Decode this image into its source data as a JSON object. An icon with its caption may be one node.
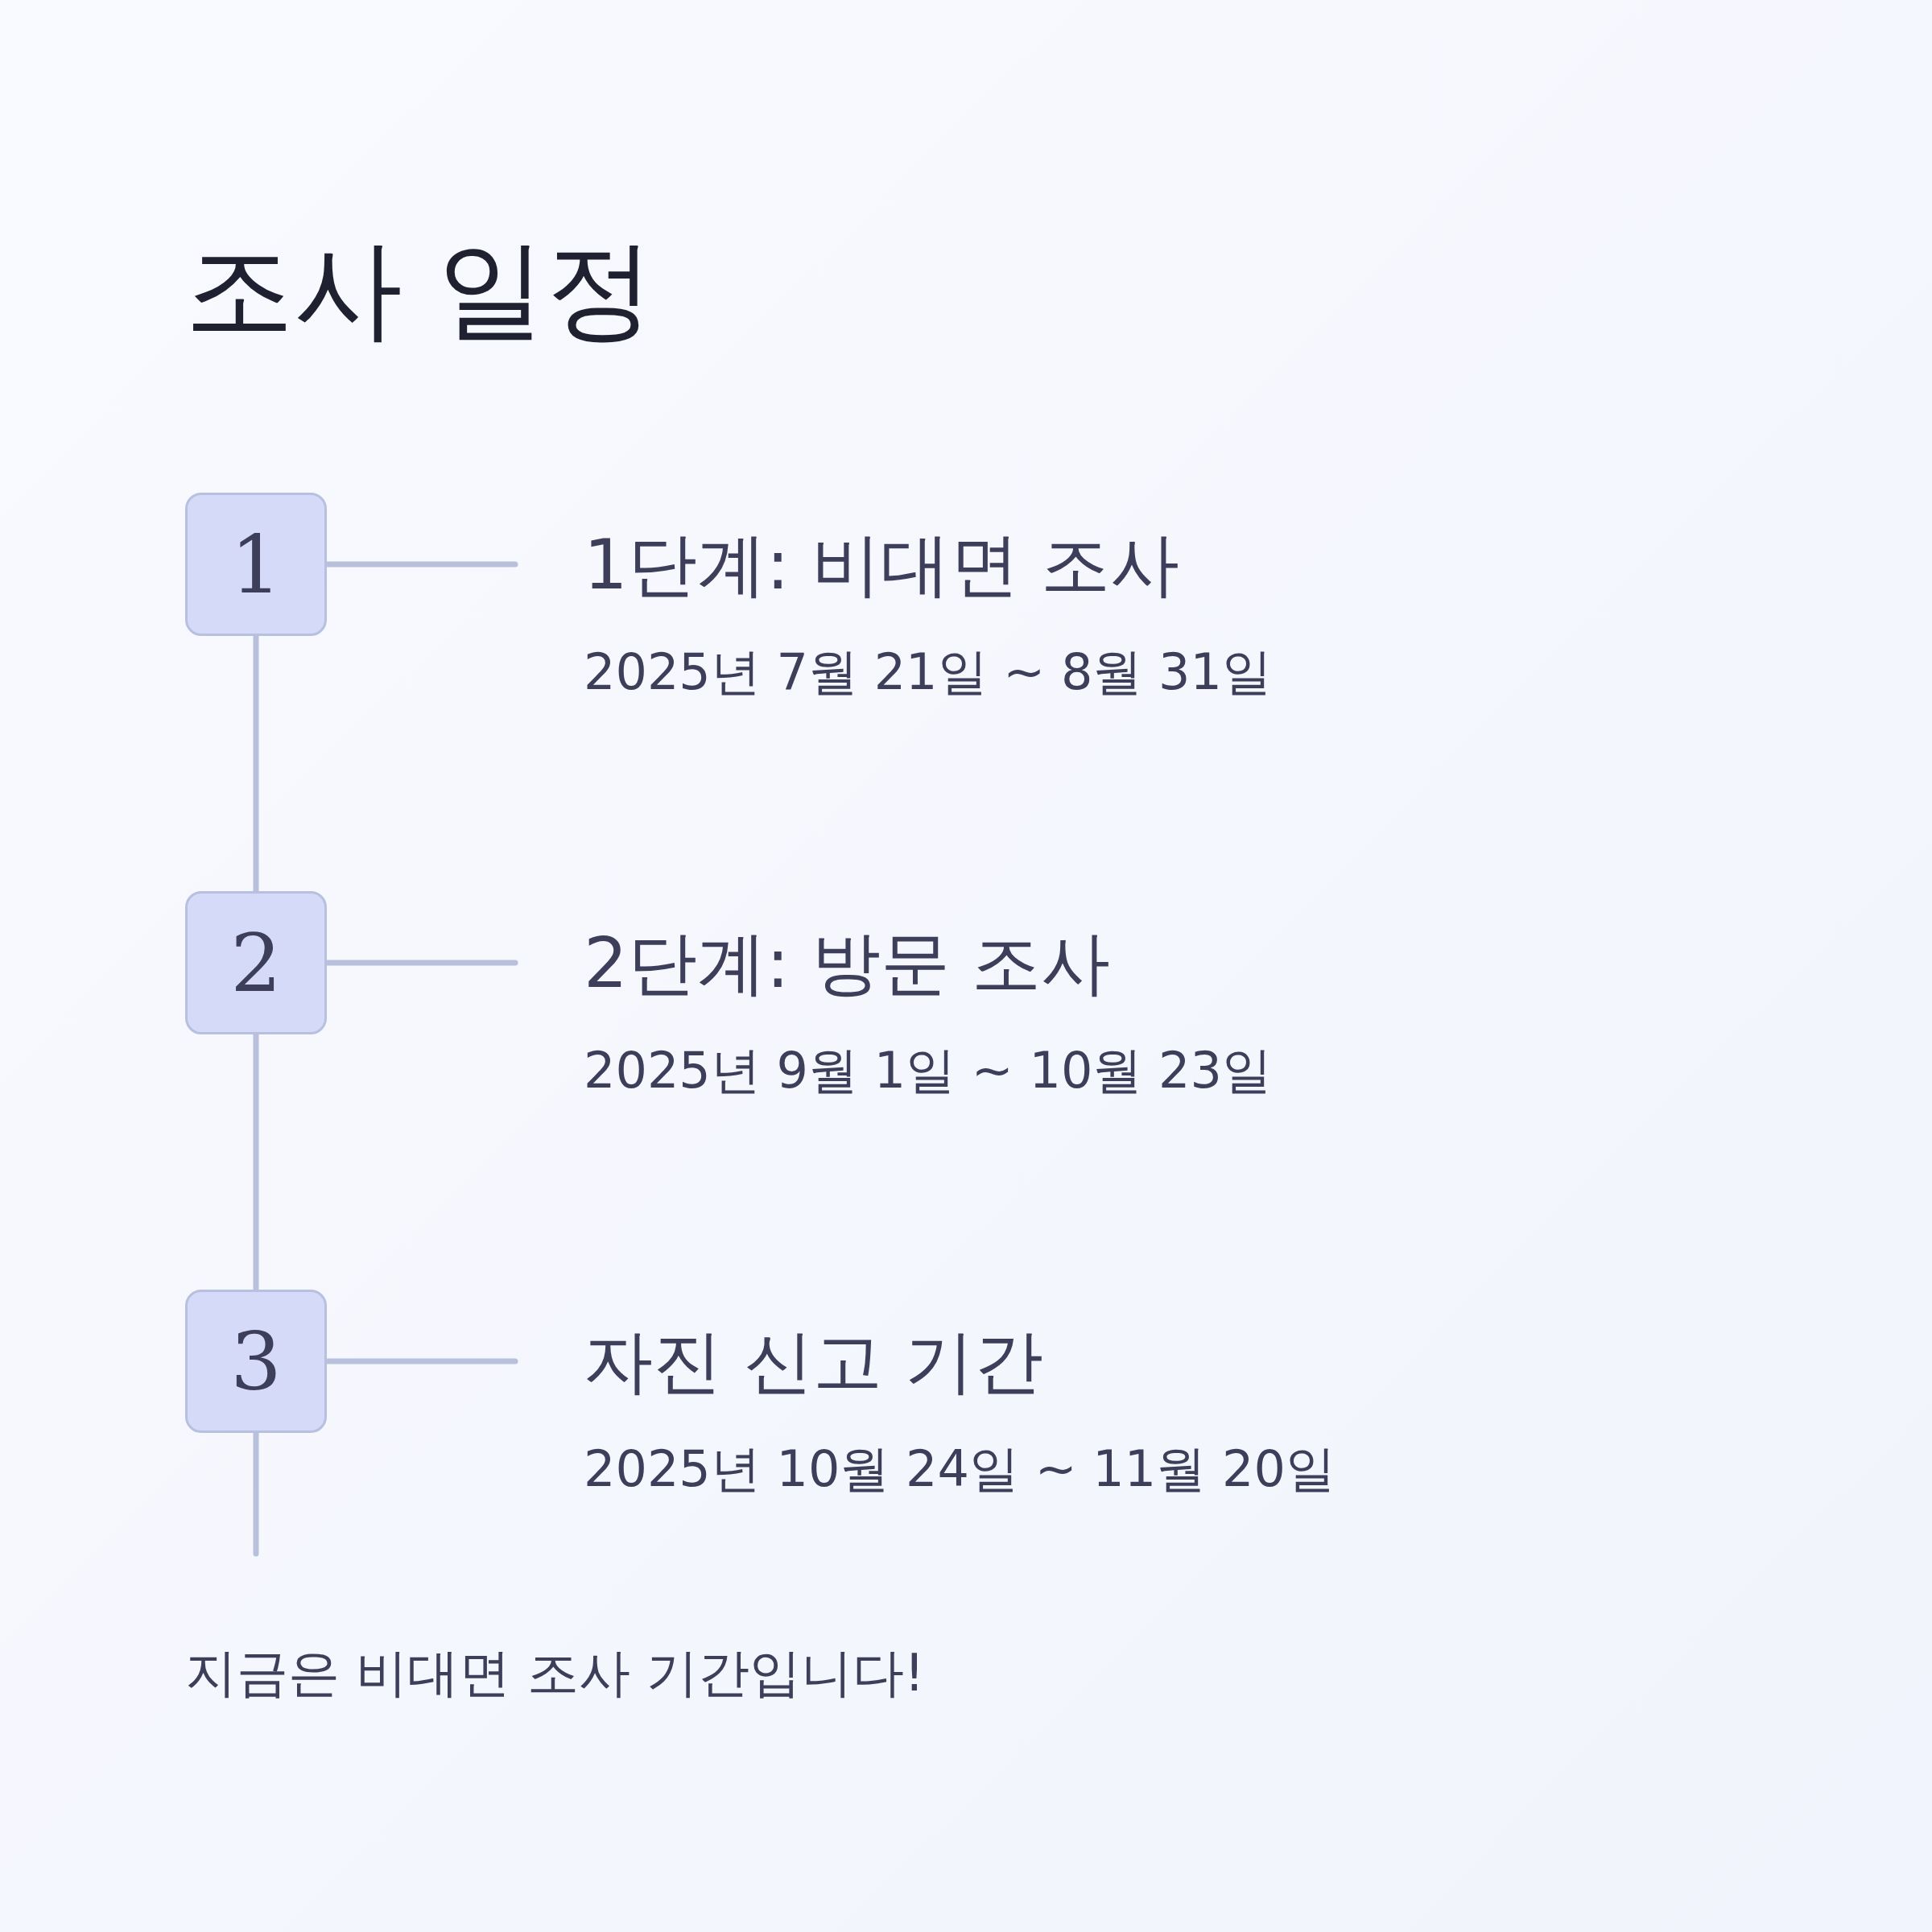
{
  "diagram": {
    "title": "조사 일정",
    "nodes": [
      {
        "text": [
          "1"
        ]
      },
      {
        "text": [
          "1단계: 비대면 조사",
          "2025년 7월 21일 ~ 8월 31일"
        ]
      },
      {
        "text": [
          "2"
        ]
      },
      {
        "text": [
          "2단계: 방문 조사",
          "2025년 9월 1일 ~ 10월 23일"
        ]
      },
      {
        "text": [
          "3"
        ]
      },
      {
        "text": [
          "자진 신고 기간",
          "2025년 10월 24일 ~ 11월 20일"
        ]
      }
    ],
    "edges": [
      {
        "from": 0,
        "to": 1,
        "arrow": "none"
      },
      {
        "from": 0,
        "to": 2,
        "arrow": "none"
      },
      {
        "from": 2,
        "to": 3,
        "arrow": "none"
      },
      {
        "from": 2,
        "to": 4,
        "arrow": "none"
      },
      {
        "from": 4,
        "to": 5,
        "arrow": "none"
      },
      {
        "from": 4,
        "to": null,
        "arrow": "none"
      }
    ],
    "labels": [
      "지금은 비대면 조사 기간입니다!"
    ]
  }
}
